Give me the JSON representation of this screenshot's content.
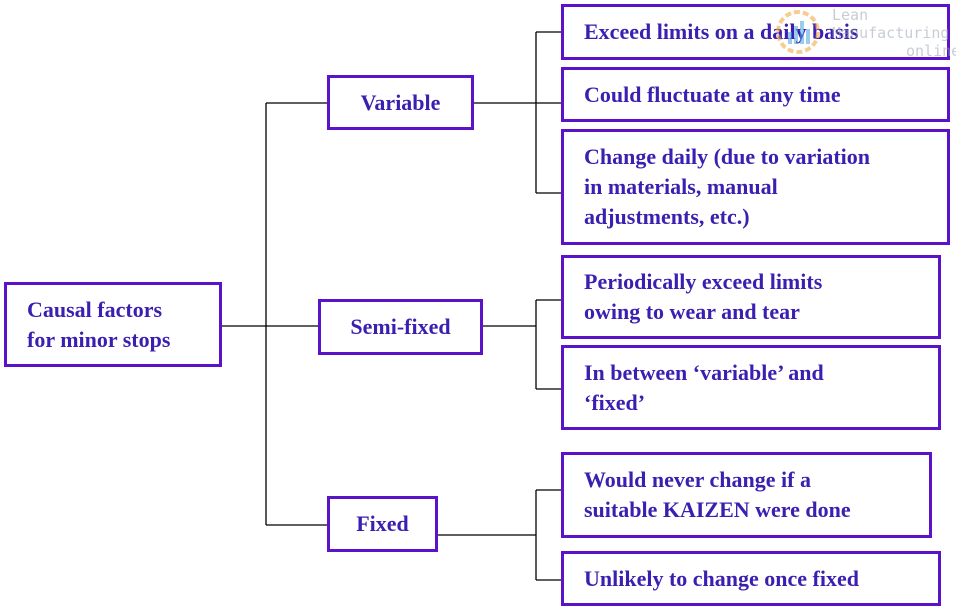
{
  "root": {
    "lines": [
      "Causal factors",
      "for minor stops"
    ]
  },
  "categories": [
    {
      "label": "Variable",
      "items": [
        {
          "lines": [
            "Exceed limits on a daily basis"
          ]
        },
        {
          "lines": [
            "Could fluctuate at any time"
          ]
        },
        {
          "lines": [
            "Change daily (due to variation",
            "in materials, manual",
            "adjustments, etc.)"
          ]
        }
      ]
    },
    {
      "label": "Semi-fixed",
      "items": [
        {
          "lines": [
            "Periodically exceed limits",
            "owing to wear and tear"
          ]
        },
        {
          "lines": [
            "In between ‘variable’ and",
            "‘fixed’"
          ]
        }
      ]
    },
    {
      "label": "Fixed",
      "items": [
        {
          "lines": [
            "Would never change if a",
            "suitable KAIZEN were done"
          ]
        },
        {
          "lines": [
            "Unlikely to change once fixed"
          ]
        }
      ]
    }
  ],
  "watermark": {
    "lines": [
      "Lean",
      "Manufacturing",
      "online"
    ]
  },
  "colors": {
    "border": "#5a13c8",
    "text": "#3b1fb0",
    "connector": "#000000"
  }
}
